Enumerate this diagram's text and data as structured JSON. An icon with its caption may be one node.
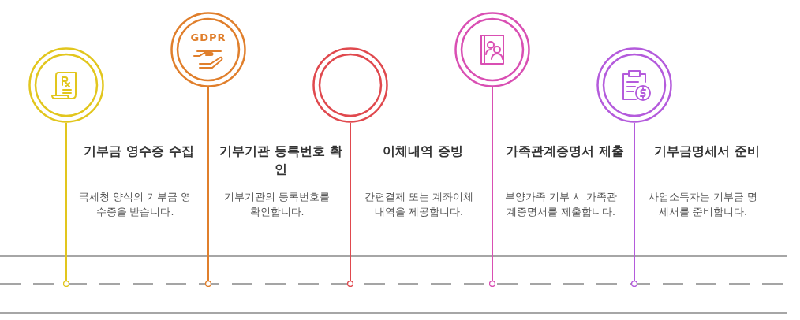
{
  "diagram": {
    "nodes": [
      {
        "text": [],
        "shape": "circle",
        "beside": [
          "기부금 영수증 수집",
          "국세청 양식의 기부금 영수증을 받습니다."
        ]
      },
      {
        "text": [],
        "shape": "circle",
        "beside": [
          "기부기관 등록번호 확인",
          "기부기관의 등록번호를 확인합니다."
        ]
      },
      {
        "text": [],
        "shape": "circle",
        "beside": [
          "이체내역 증빙",
          "간편결제 또는 계좌이체 내역을 제공합니다."
        ]
      },
      {
        "text": [],
        "shape": "circle",
        "beside": [
          "가족관계증명서 제출",
          "부양가족 기부 시 가족관계증명서를 제출합니다."
        ]
      },
      {
        "text": [],
        "shape": "circle",
        "beside": [
          "기부금명세서 준비",
          "사업소득자는 기부금 명세서를 준비합니다."
        ]
      },
      {
        "text": [],
        "shape": "circle"
      },
      {
        "text": [],
        "shape": "circle"
      },
      {
        "text": [],
        "shape": "circle"
      },
      {
        "text": [],
        "shape": "circle"
      },
      {
        "text": [],
        "shape": "circle"
      }
    ],
    "edges": [
      {
        "from": 0,
        "to": 5,
        "arrow": "none",
        "color": "#e2c61d"
      },
      {
        "from": 1,
        "to": 6,
        "arrow": "none",
        "color": "#e07f2c"
      },
      {
        "from": 2,
        "to": 7,
        "arrow": "none",
        "color": "#e0494e"
      },
      {
        "from": 3,
        "to": 8,
        "arrow": "none",
        "color": "#d94fb3"
      },
      {
        "from": 4,
        "to": 9,
        "arrow": "none",
        "color": "#b45bdc"
      }
    ],
    "labels": [
      "GDPR"
    ]
  }
}
